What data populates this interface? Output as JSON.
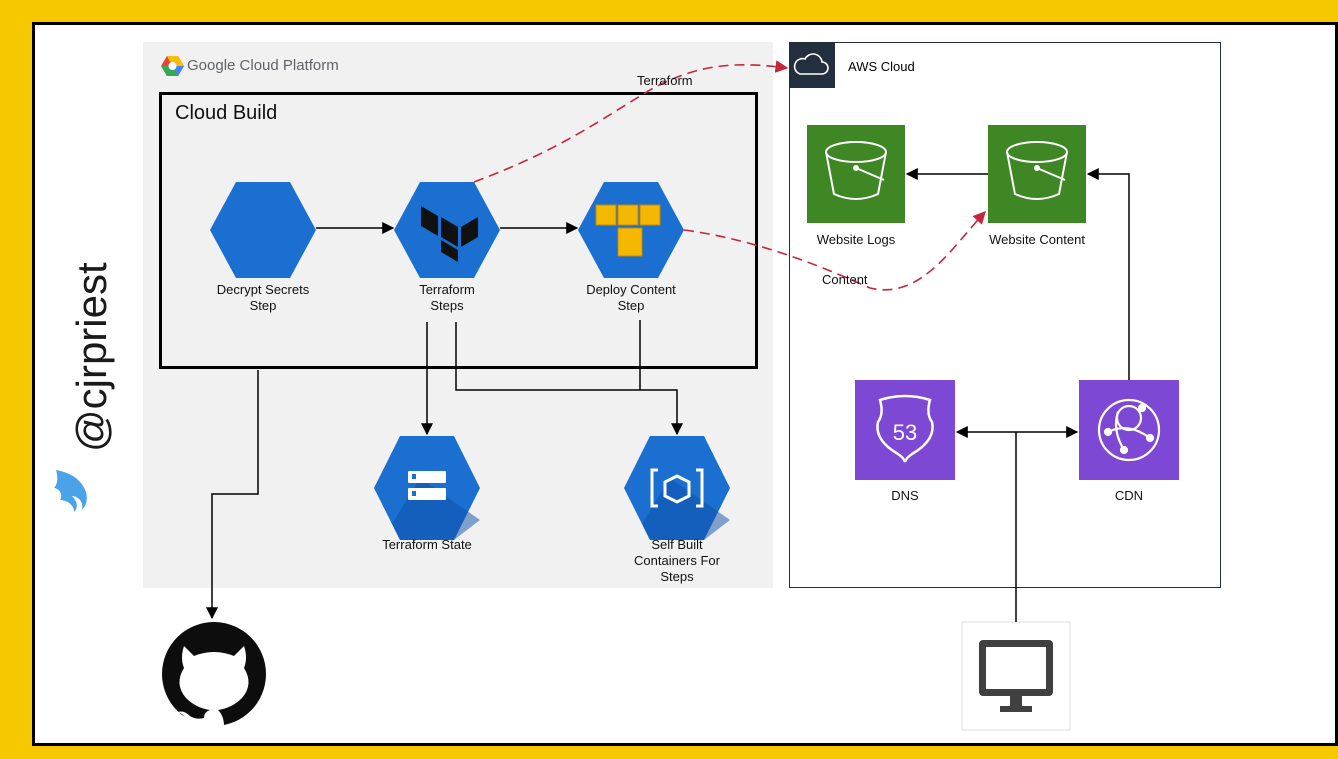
{
  "twitter_handle": "@cjrpriest",
  "gcp": {
    "logo_text_google": "Google",
    "logo_text_rest": " Cloud Platform",
    "section_title": "Cloud Build"
  },
  "aws": {
    "title": "AWS Cloud"
  },
  "nodes": {
    "decrypt": "Decrypt Secrets\nStep",
    "terraform_steps": "Terraform\nSteps",
    "deploy_content": "Deploy Content\nStep",
    "terraform_state": "Terraform State",
    "self_built": "Self Built\nContainers For\nSteps",
    "website_logs": "Website Logs",
    "website_content": "Website Content",
    "dns": "DNS",
    "dns_badge": "53",
    "cdn": "CDN"
  },
  "edges": {
    "terraform": "Terraform",
    "content": "Content"
  },
  "colors": {
    "gcp_blue": "#1a6fd0",
    "s3_green": "#3f8624",
    "aws_purple": "#7d48d4",
    "dashed_red": "#c8243a",
    "frame_yellow": "#f6c800"
  }
}
